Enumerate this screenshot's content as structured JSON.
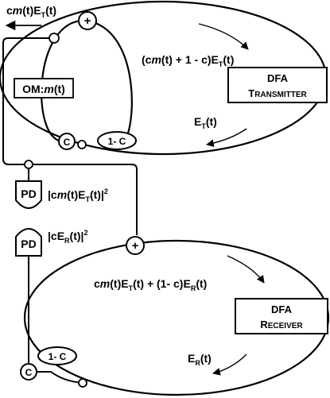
{
  "top": {
    "output_label": {
      "a": "c",
      "b": "m",
      "c": "(t)E",
      "sub": "T",
      "d": "(t)"
    },
    "combined_label": {
      "a": "(c",
      "b": "m",
      "c": "(t) + 1 - c)E",
      "sub": "T",
      "d": "(t)"
    },
    "modulator_label": {
      "a": "OM:",
      "b": "m",
      "c": "(t)"
    },
    "amp_label": {
      "line1": "DFA",
      "line2_big": "T",
      "line2_small": "RANSMITTER"
    },
    "field_label": {
      "a": "E",
      "sub": "T",
      "d": "(t)"
    },
    "coupler_c": "C",
    "coupler_1mc": "1- C",
    "sum": "+"
  },
  "middle": {
    "pd1_label": "PD",
    "pd1_signal": {
      "a": "|c",
      "b": "m",
      "c": "(t)E",
      "sub": "T",
      "d": "(t)|",
      "sup": "2"
    },
    "pd2_label": "PD",
    "pd2_signal": {
      "a": "|cE",
      "sub": "R",
      "d": "(t)|",
      "sup": "2"
    }
  },
  "bottom": {
    "combined_label": {
      "a": "c",
      "b": "m",
      "c": "(t)E",
      "sub1": "T",
      "d": "(t) + (1- c)E",
      "sub2": "R",
      "e": "(t)"
    },
    "amp_label": {
      "line1": "DFA",
      "line2_big": "R",
      "line2_small": "ECEIVER"
    },
    "field_label": {
      "a": "E",
      "sub": "R",
      "d": "(t)"
    },
    "coupler_c": "C",
    "coupler_1mc": "1- C",
    "sum": "+"
  }
}
